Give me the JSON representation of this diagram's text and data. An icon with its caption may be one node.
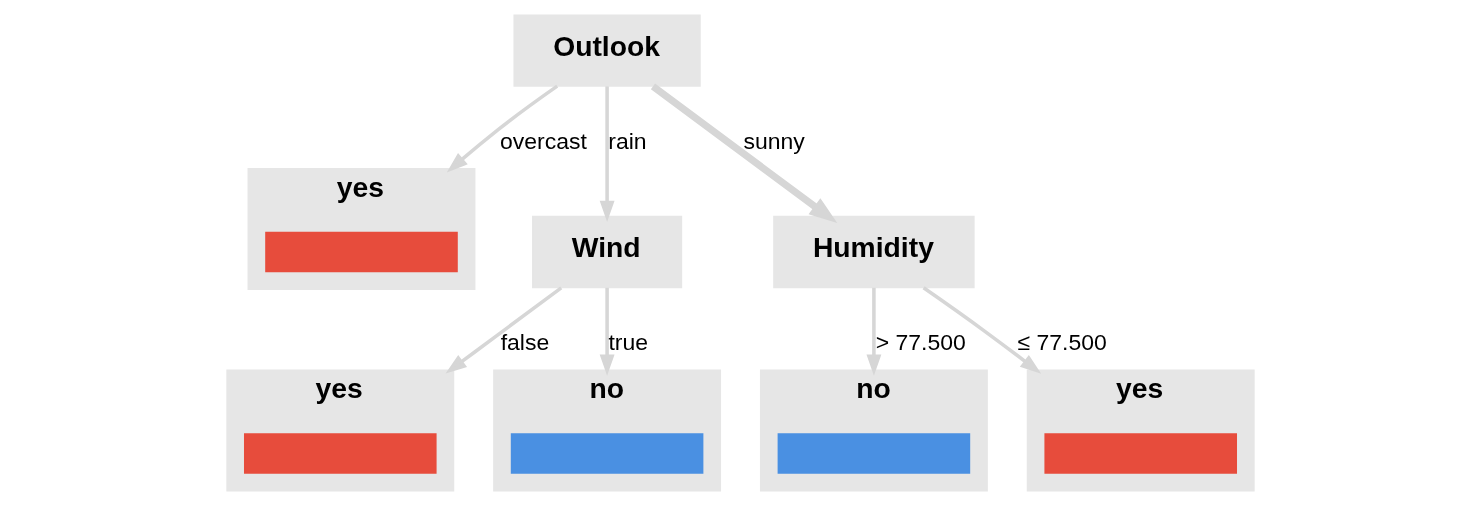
{
  "diagram": {
    "nodes": [
      {
        "text": [
          "Outlook"
        ]
      },
      {
        "text": [
          "yes"
        ]
      },
      {
        "text": [],
        "shape": "bar",
        "in": 1
      },
      {
        "text": [
          "Wind"
        ]
      },
      {
        "text": [
          "Humidity"
        ]
      },
      {
        "text": [
          "yes"
        ]
      },
      {
        "text": [],
        "shape": "bar",
        "in": 5
      },
      {
        "text": [
          "no"
        ]
      },
      {
        "text": [],
        "shape": "bar",
        "in": 7
      },
      {
        "text": [
          "no"
        ]
      },
      {
        "text": [],
        "shape": "bar",
        "in": 9
      },
      {
        "text": [
          "yes"
        ]
      },
      {
        "text": [],
        "shape": "bar",
        "in": 11
      }
    ],
    "edges": [
      {
        "from": 0,
        "to": 1,
        "arrow": "to",
        "label": "overcast"
      },
      {
        "from": 0,
        "to": 3,
        "arrow": "to",
        "label": "rain"
      },
      {
        "from": 0,
        "to": 4,
        "arrow": "to",
        "label": "sunny",
        "style": "thick"
      },
      {
        "from": 3,
        "to": 5,
        "arrow": "to",
        "label": "false"
      },
      {
        "from": 3,
        "to": 7,
        "arrow": "to",
        "label": "true"
      },
      {
        "from": 4,
        "to": 9,
        "arrow": "to",
        "label": "> 77.500"
      },
      {
        "from": 4,
        "to": 11,
        "arrow": "to",
        "label": "≤ 77.500"
      }
    ]
  }
}
